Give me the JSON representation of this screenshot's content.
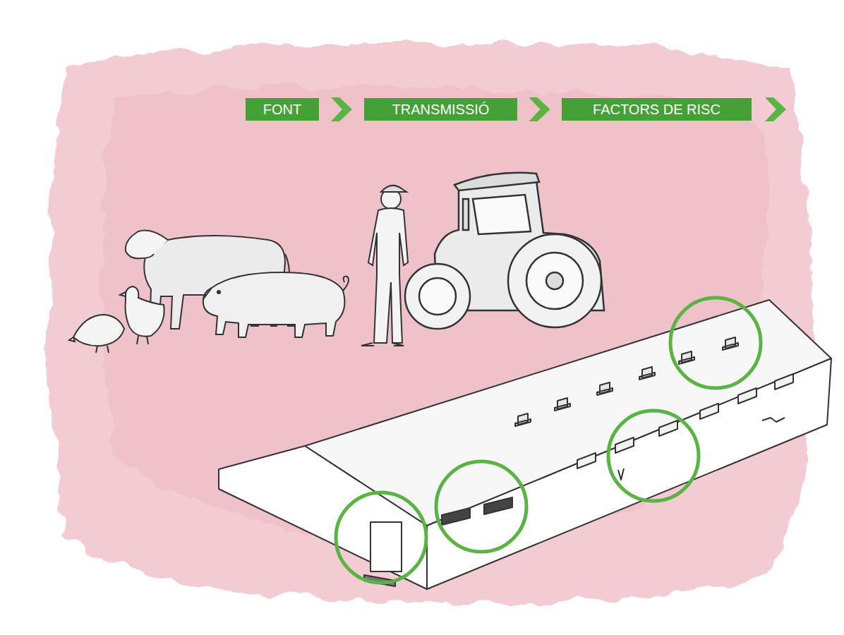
{
  "diagram": {
    "nodes": [
      {
        "text": [
          "FONT"
        ]
      },
      {
        "text": [
          "TRANSMISSIÓ"
        ]
      },
      {
        "text": [
          "FACTORS DE RISC"
        ]
      }
    ],
    "edges": [
      {
        "from": 0,
        "to": 1,
        "arrow": "to"
      },
      {
        "from": 1,
        "to": 2,
        "arrow": "to"
      }
    ]
  }
}
